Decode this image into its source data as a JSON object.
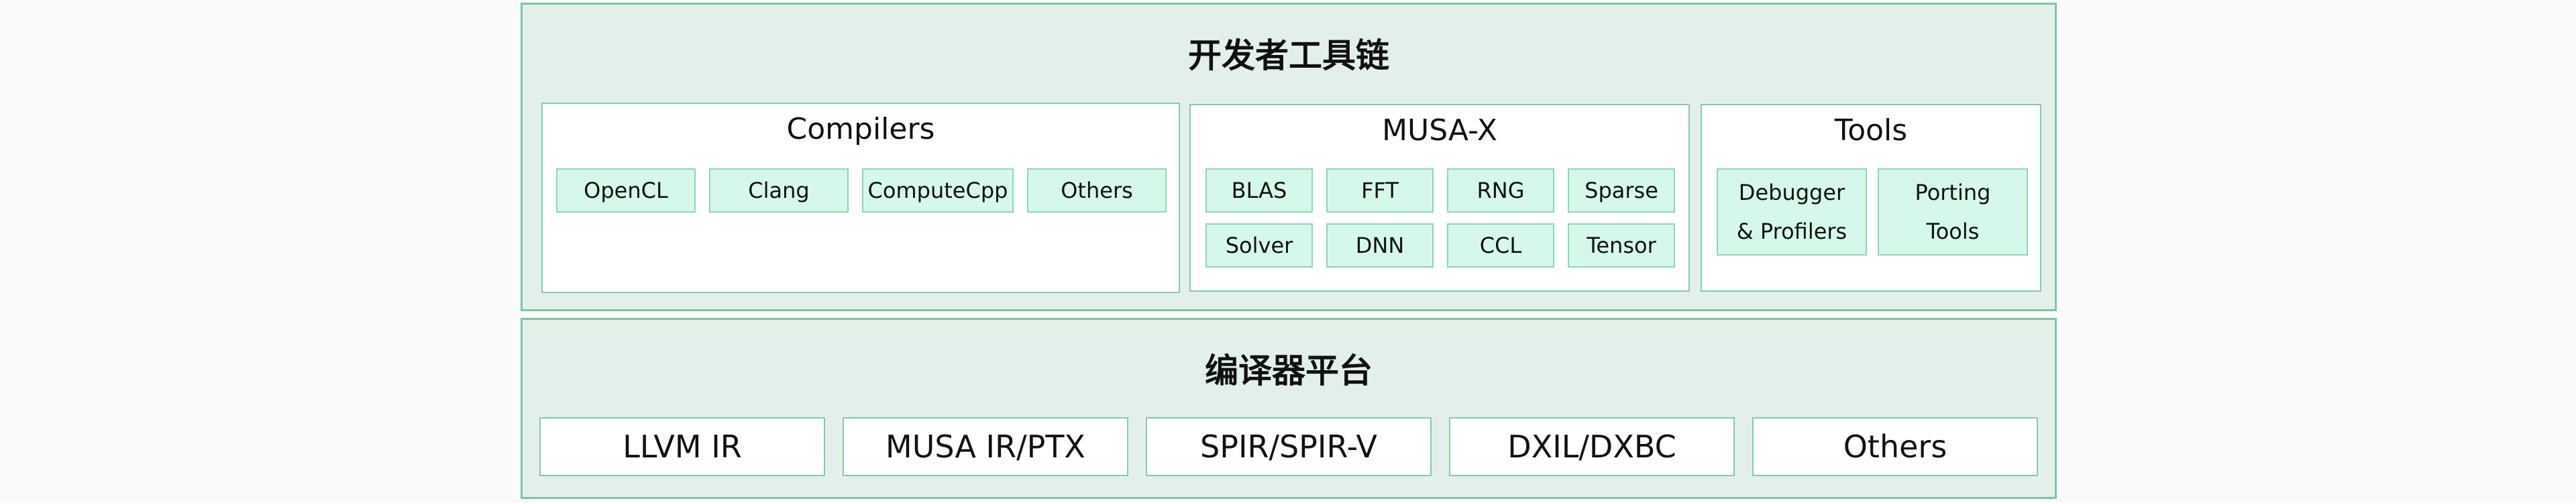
{
  "toolchain": {
    "title": "开发者工具链",
    "compilers": {
      "title": "Compilers",
      "items": [
        "OpenCL",
        "Clang",
        "ComputeCpp",
        "Others"
      ]
    },
    "musa_x": {
      "title": "MUSA-X",
      "items": [
        "BLAS",
        "FFT",
        "RNG",
        "Sparse",
        "Solver",
        "DNN",
        "CCL",
        "Tensor"
      ]
    },
    "tools": {
      "title": "Tools",
      "items": [
        "Debugger\n& Profilers",
        "Porting\nTools"
      ]
    }
  },
  "compiler_platform": {
    "title": "编译器平台",
    "items": [
      "LLVM IR",
      "MUSA IR/PTX",
      "SPIR/SPIR-V",
      "DXIL/DXBC",
      "Others"
    ]
  }
}
